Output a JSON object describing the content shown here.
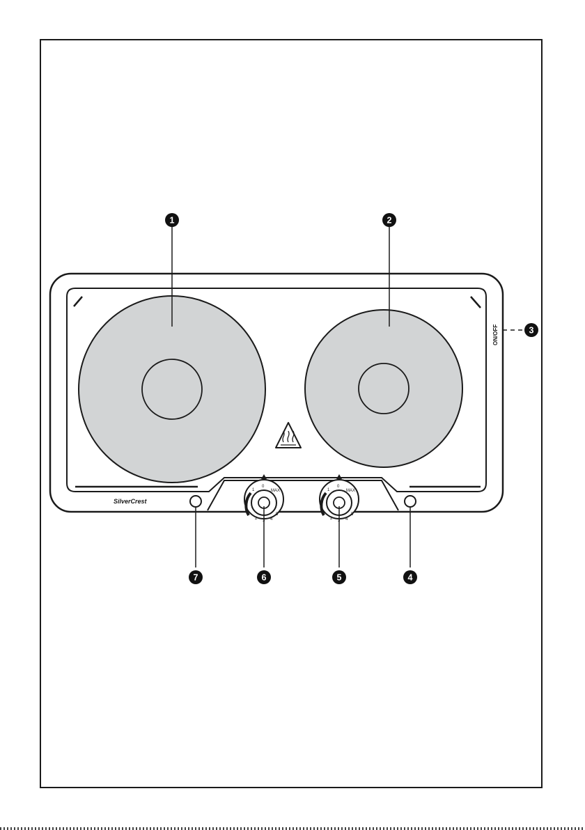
{
  "product": {
    "brand_logo": "SilverCrest",
    "switch_label": "ON/OFF",
    "knob_scale": [
      "0",
      "1",
      "2",
      "3",
      "4",
      "5",
      "MAX"
    ]
  },
  "callouts": [
    {
      "number": "1",
      "target": "large-hotplate"
    },
    {
      "number": "2",
      "target": "small-hotplate"
    },
    {
      "number": "3",
      "target": "on-off-switch"
    },
    {
      "number": "4",
      "target": "right-indicator-light"
    },
    {
      "number": "5",
      "target": "right-temperature-knob"
    },
    {
      "number": "6",
      "target": "left-temperature-knob"
    },
    {
      "number": "7",
      "target": "left-indicator-light"
    }
  ],
  "colors": {
    "outline": "#1a1a1a",
    "hotplate_fill": "#d2d4d5",
    "callout_fill": "#111111",
    "callout_text": "#ffffff",
    "background": "#ffffff"
  },
  "icons": [
    "hot-surface-warning-icon"
  ]
}
